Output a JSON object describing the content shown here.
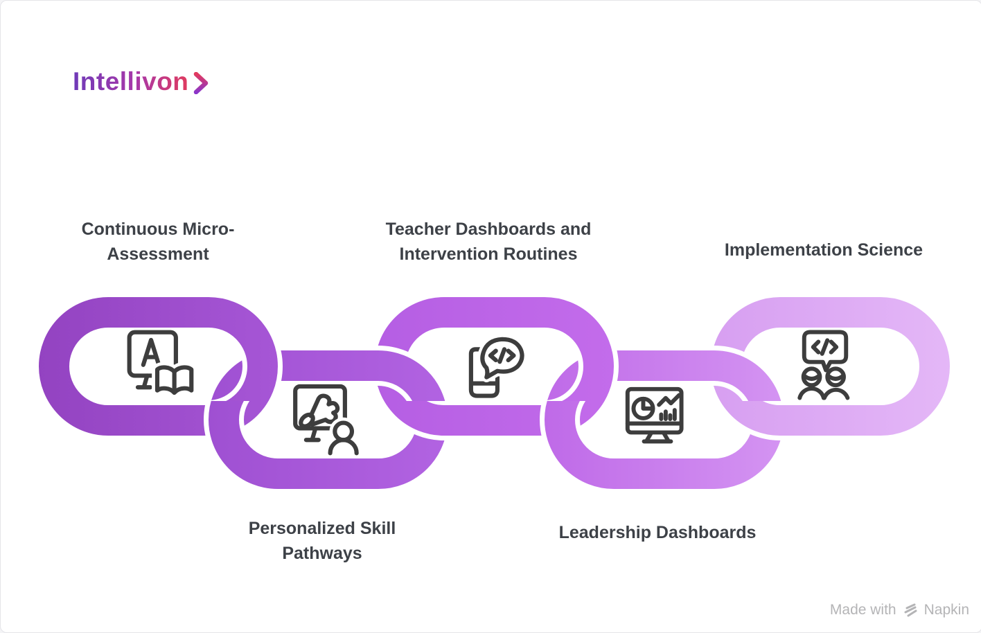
{
  "logo": {
    "text": "Intellivon",
    "gradient_start": "#6f3ab8",
    "gradient_mid": "#a838a8",
    "gradient_end": "#e03a5e",
    "chevron_top_color": "#e23a5f",
    "chevron_bottom_color": "#8b35c9"
  },
  "diagram": {
    "type": "chain-link-process",
    "icon_color": "#3d3d3d",
    "label_color": "#3d4147",
    "links": [
      {
        "id": 1,
        "row": "top",
        "label": "Continuous Micro-Assessment",
        "label_lines": [
          "Continuous Micro-",
          "Assessment"
        ],
        "color_start": "#9343c1",
        "color_end": "#a656d6",
        "icon": "monitor-letter-a-book"
      },
      {
        "id": 2,
        "row": "bottom",
        "label": "Personalized Skill Pathways",
        "label_lines": [
          "Personalized Skill",
          "Pathways"
        ],
        "color_start": "#9f50d2",
        "color_end": "#b263e2",
        "icon": "presentation-screen-person"
      },
      {
        "id": 3,
        "row": "top",
        "label": "Teacher Dashboards and Intervention Routines",
        "label_lines": [
          "Teacher Dashboards and",
          "Intervention Routines"
        ],
        "color_start": "#b55ee3",
        "color_end": "#c36ceb",
        "icon": "phone-code-speech-bubble"
      },
      {
        "id": 4,
        "row": "bottom",
        "label": "Leadership Dashboards",
        "label_lines": [
          "Leadership Dashboards"
        ],
        "color_start": "#bf6ae8",
        "color_end": "#d494f2",
        "icon": "analytics-monitor"
      },
      {
        "id": 5,
        "row": "top",
        "label": "Implementation Science",
        "label_lines": [
          "Implementation Science"
        ],
        "color_start": "#d79ff1",
        "color_end": "#e4b7f7",
        "icon": "team-code-speech-bubble"
      }
    ]
  },
  "watermark": {
    "prefix": "Made with",
    "brand": "Napkin",
    "color": "#b4b4b6"
  }
}
